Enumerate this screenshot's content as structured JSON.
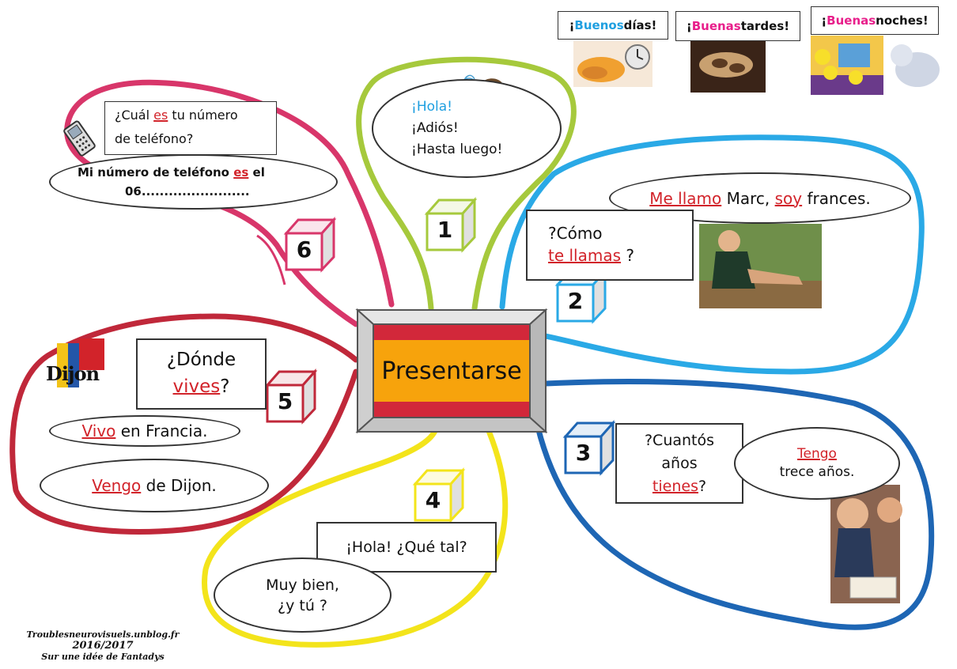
{
  "greetings": {
    "morning": {
      "part1": "¡",
      "highlight": "Buenos",
      "part2": " días!"
    },
    "afternoon": {
      "part1": "¡",
      "highlight": "Buenas",
      "part2": " tardes!"
    },
    "night": {
      "part1": "¡",
      "highlight": "Buenas",
      "part2": " noches!"
    }
  },
  "center": {
    "label": "Presentarse"
  },
  "branch1": {
    "number": "1",
    "hola": "¡Hola!",
    "adios": "¡Adiós!",
    "hasta": "¡Hasta luego!"
  },
  "branch2": {
    "number": "2",
    "question_line1": "?Cómo",
    "question_verb": "te llamas",
    "question_end": " ?",
    "answer_verb1": "Me llamo",
    "answer_mid": " Marc, ",
    "answer_verb2": "soy",
    "answer_end": " frances."
  },
  "branch3": {
    "number": "3",
    "question_line1": "?Cuantós",
    "question_line2": "años",
    "question_verb": "tienes",
    "question_end": "?",
    "answer_verb": "Tengo",
    "answer_rest": "trece años."
  },
  "branch4": {
    "number": "4",
    "question": "¡Hola! ¿Qué tal?",
    "answer_line1": "Muy bien,",
    "answer_line2": "¿y tú ?"
  },
  "branch5": {
    "number": "5",
    "logo": "Dijon",
    "question_line1": "¿Dónde",
    "question_verb": "vives",
    "question_end": "?",
    "answer1_verb": "Vivo",
    "answer1_rest": " en Francia.",
    "answer2_verb": "Vengo",
    "answer2_rest": " de Dijon."
  },
  "branch6": {
    "number": "6",
    "question_part1": "¿Cuál ",
    "question_verb": "es",
    "question_part2": " tu número",
    "question_line2": "de teléfono?",
    "answer_part1": "Mi número de teléfono ",
    "answer_verb": "es",
    "answer_part2": " el",
    "answer_line2": "06........................"
  },
  "credit": {
    "site": "Troublesneurovisuels.unblog.fr",
    "year": "2016/2017",
    "idea": "Sur une idée de Fantadys"
  },
  "colors": {
    "green": "#a6c93c",
    "cyan": "#2aa9e6",
    "blue": "#1e66b4",
    "yellow": "#f3e41b",
    "red": "#c0283a",
    "pink": "#d8366a",
    "orange": "#f7a30c"
  }
}
